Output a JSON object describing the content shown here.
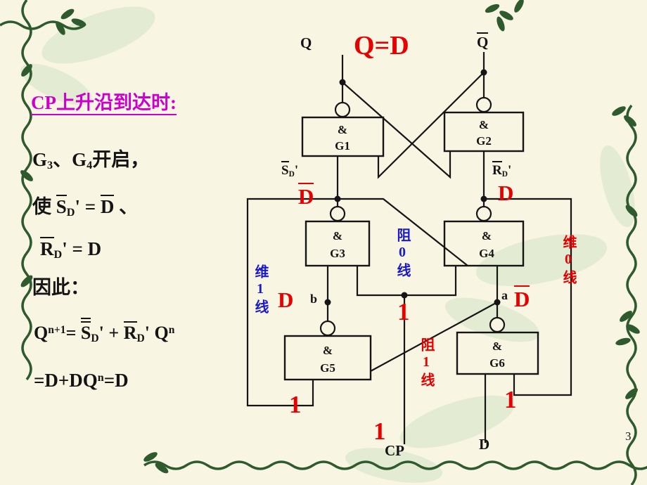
{
  "slide": {
    "page_number": "3"
  },
  "left_panel": {
    "title": "CP上升沿到达时:",
    "line1": {
      "g": "G",
      "sub3": "3",
      "comma_g": "、G",
      "sub4": "4",
      "tail": "开启，"
    },
    "line2": {
      "shi": "使 ",
      "s": "S",
      "sd": "D",
      "prime": "'",
      "eq": " = ",
      "dbar": "D",
      "tail": " 、"
    },
    "line3": {
      "r": "R",
      "rd": "D",
      "prime": "'",
      "eq": " = ",
      "d": "D"
    },
    "line4": "因此：",
    "line5": {
      "q": "Q",
      "qsup": "n+1",
      "eq": "= ",
      "s": "S",
      "sd": "D",
      "sprime": "' ",
      "plus": "+ ",
      "r": "R",
      "rd": "D",
      "rprime": "' ",
      "q2": "Q",
      "q2sup": "n"
    },
    "line6": {
      "head": "=D+DQ",
      "sup": "n",
      "tail": "=D"
    }
  },
  "circuit": {
    "q_label": "Q",
    "qbar_label": "Q",
    "q_eq_d": "Q=D",
    "gates": [
      {
        "amp": "&",
        "name": "G1"
      },
      {
        "amp": "&",
        "name": "G2"
      },
      {
        "amp": "&",
        "name": "G3"
      },
      {
        "amp": "&",
        "name": "G4"
      },
      {
        "amp": "&",
        "name": "G5"
      },
      {
        "amp": "&",
        "name": "G6"
      }
    ],
    "sd_label": {
      "s": "S",
      "sub": "D",
      "prime": "'"
    },
    "rd_label": {
      "r": "R",
      "sub": "D",
      "prime": "'"
    },
    "dbar_under_sd": "D",
    "d_under_rd": "D",
    "node_b": "b",
    "node_a": "a",
    "d_at_b": "D",
    "dbar_at_a": "D",
    "wei1_line": "维1线",
    "zu0_line": "阻0线",
    "wei0_line": "维0线",
    "zu1_line": "阻1线",
    "one_cp_mid": "1",
    "one_cp_bottom": "1",
    "one_bottom_left": "1",
    "one_bottom_right": "1",
    "cp_label": "CP",
    "d_input_label": "D"
  },
  "colors": {
    "title_magenta": "#cc00cc",
    "accent_red": "#e60000",
    "accent_blue": "#1a1acc",
    "ink": "#141414",
    "background": "#f9f5e3",
    "vine_green": "#2e5a2e"
  }
}
